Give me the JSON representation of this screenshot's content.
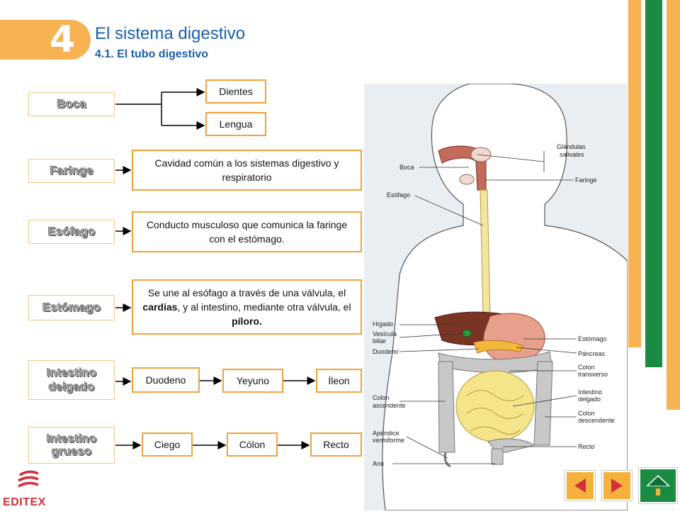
{
  "header": {
    "chapter_number": "4",
    "title": "El sistema digestivo",
    "subtitle": "4.1. El tubo digestivo"
  },
  "categories": {
    "boca": "Boca",
    "faringe": "Faringe",
    "esofago": "Esófago",
    "estomago": "Estómago",
    "intestino_delgado_1": "Intestino",
    "intestino_delgado_2": "delgado",
    "intestino_grueso_1": "Intestino",
    "intestino_grueso_2": "grueso"
  },
  "boca_items": [
    "Dientes",
    "Lengua"
  ],
  "faringe_desc": "Cavidad común a los sistemas digestivo y respiratorio",
  "esofago_desc": "Conducto musculoso que comunica la faringe con el estómago.",
  "estomago_desc": {
    "part1": "Se une al esófago a través de una válvula, el ",
    "cardias": "cardias",
    "part2": ", y al intestino, mediante otra válvula, el ",
    "piloro": "píloro."
  },
  "intestino_delgado_items": [
    "Duodeno",
    "Yeyuno",
    "Íleon"
  ],
  "intestino_grueso_items": [
    "Ciego",
    "Cólon",
    "Recto"
  ],
  "diagram_labels": {
    "glandulas_1": "Glándulas",
    "glandulas_2": "salivales",
    "boca": "Boca",
    "faringe": "Faringe",
    "esofago": "Esófago",
    "higado": "Hígado",
    "vesicula_1": "Vesícula",
    "vesicula_2": "biliar",
    "duodeno": "Duodeno",
    "estomago": "Estómago",
    "pancreas": "Páncreas",
    "colon_transverso_1": "Colon",
    "colon_transverso_2": "transverso",
    "colon_ascendente_1": "Colon",
    "colon_ascendente_2": "ascendente",
    "intestino_delgado_1": "Intestino",
    "intestino_delgado_2": "delgado",
    "colon_descendente_1": "Colon",
    "colon_descendente_2": "descendente",
    "apendice_1": "Apéndice",
    "apendice_2": "vermiforme",
    "recto": "Recto",
    "ano": "Ano"
  },
  "logo": {
    "text": "EDITEX"
  },
  "colors": {
    "accent_orange": "#f2a13a",
    "brand_blue": "#1a5fa8",
    "green": "#1b8a43",
    "logo_red": "#d42f3a"
  }
}
